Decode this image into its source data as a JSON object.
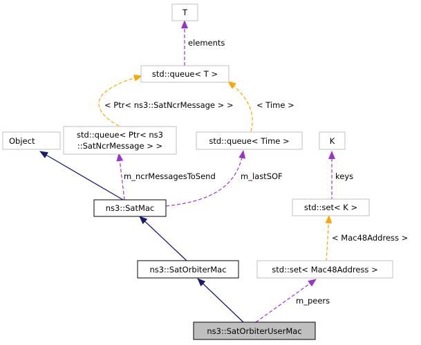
{
  "nodes": {
    "t": "T",
    "queue_t": "std::queue< T >",
    "queue_ncr_line1": "std::queue< Ptr< ns3",
    "queue_ncr_line2": "::SatNcrMessage > >",
    "queue_time": "std::queue< Time >",
    "object": "Object",
    "k": "K",
    "set_k": "std::set< K >",
    "sat_mac": "ns3::SatMac",
    "sat_orbiter_mac": "ns3::SatOrbiterMac",
    "set_mac48": "std::set< Mac48Address >",
    "sat_orbiter_user_mac": "ns3::SatOrbiterUserMac"
  },
  "edges": {
    "elements": "elements",
    "ptr_ncr_template": "< Ptr< ns3::SatNcrMessage > >",
    "time_template": "< Time >",
    "ncr_messages_to_send": "m_ncrMessagesToSend",
    "last_sof": "m_lastSOF",
    "keys": "keys",
    "mac48_template": "< Mac48Address >",
    "peers": "m_peers"
  },
  "colors": {
    "inheritance": "#191970",
    "usage": "#9a32cd",
    "template": "#ffa500",
    "external_border": "#bfbfbf",
    "class_border": "#000000",
    "focus_fill": "#bfbfbf"
  }
}
